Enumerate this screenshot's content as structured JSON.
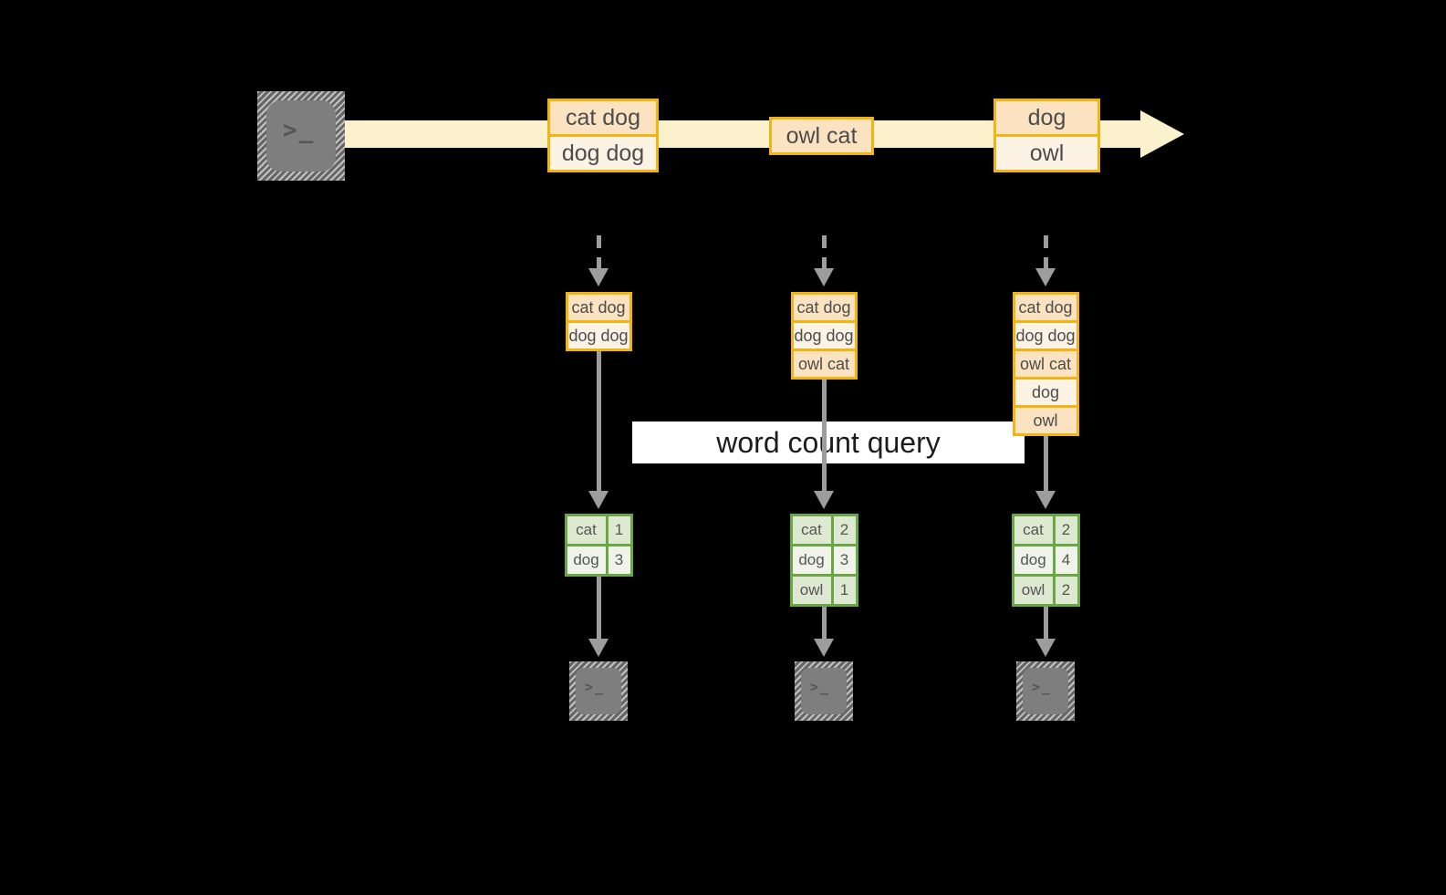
{
  "title": "word count query stream diagram",
  "palette": {
    "background": "#000000",
    "stream_fill": "#fbf1cd",
    "record_border": "#f2b412",
    "record_fill_dark": "#fbe2c1",
    "record_fill_light": "#fdf3e4",
    "table_border": "#6ba644",
    "table_fill_green": "#dde9d1",
    "table_fill_light": "#eff3ea",
    "arrow_gray": "#9d9d9d",
    "terminal_gray": "#7e7e7e",
    "query_bg": "#ffffff",
    "query_text": "#1c1c1c"
  },
  "icons": {
    "terminal_prompt": ">_"
  },
  "query_label": {
    "text": "word count query"
  },
  "stream": {
    "records": [
      {
        "cells": [
          "cat dog",
          "dog dog"
        ]
      },
      {
        "cells": [
          "owl cat"
        ]
      },
      {
        "cells": [
          "dog",
          "owl"
        ]
      }
    ]
  },
  "columns": [
    {
      "buffer": [
        "cat dog",
        "dog dog"
      ],
      "counts": [
        [
          "cat",
          "1"
        ],
        [
          "dog",
          "3"
        ]
      ]
    },
    {
      "buffer": [
        "cat dog",
        "dog dog",
        "owl cat"
      ],
      "counts": [
        [
          "cat",
          "2"
        ],
        [
          "dog",
          "3"
        ],
        [
          "owl",
          "1"
        ]
      ]
    },
    {
      "buffer": [
        "cat dog",
        "dog dog",
        "owl cat",
        "dog",
        "owl"
      ],
      "counts": [
        [
          "cat",
          "2"
        ],
        [
          "dog",
          "4"
        ],
        [
          "owl",
          "2"
        ]
      ]
    }
  ]
}
